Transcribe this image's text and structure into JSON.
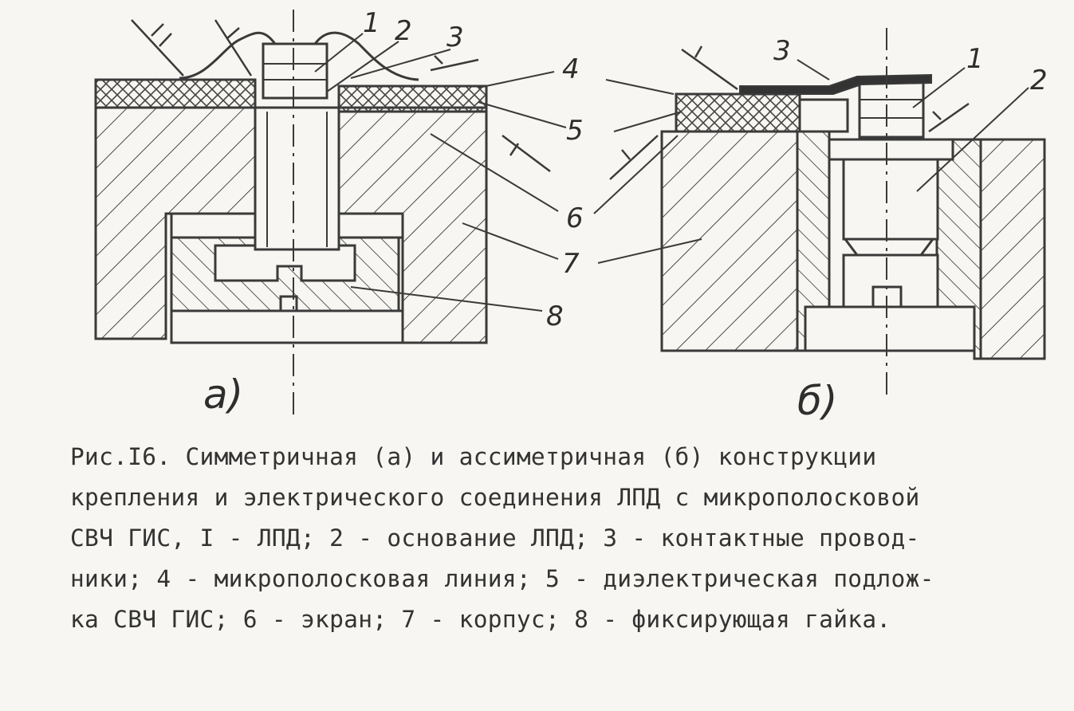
{
  "panels": {
    "a": {
      "label": "а)",
      "callouts": [
        "1",
        "2",
        "3",
        "4",
        "5",
        "6",
        "7",
        "8"
      ]
    },
    "b": {
      "label": "б)",
      "callouts": [
        "3",
        "1",
        "2"
      ]
    }
  },
  "caption": {
    "lines": [
      "Рис.I6. Симметричная (а) и ассиметричная (б) конструкции",
      "крепления и электрического соединения ЛПД с микрополосковой",
      "СВЧ ГИС, I - ЛПД; 2 - основание ЛПД; 3 - контактные провод-",
      "ники; 4 - микрополосковая линия; 5 - диэлектрическая подлож-",
      "ка СВЧ ГИС; 6 - экран; 7 - корпус; 8 - фиксирующая гайка."
    ]
  },
  "colors": {
    "ink": "#3a3a3a",
    "paper": "#f7f6f2",
    "hatch": "#4a4a4a",
    "wire_fill": "#333333"
  },
  "icons": [
    "arrow-feather-icon"
  ]
}
